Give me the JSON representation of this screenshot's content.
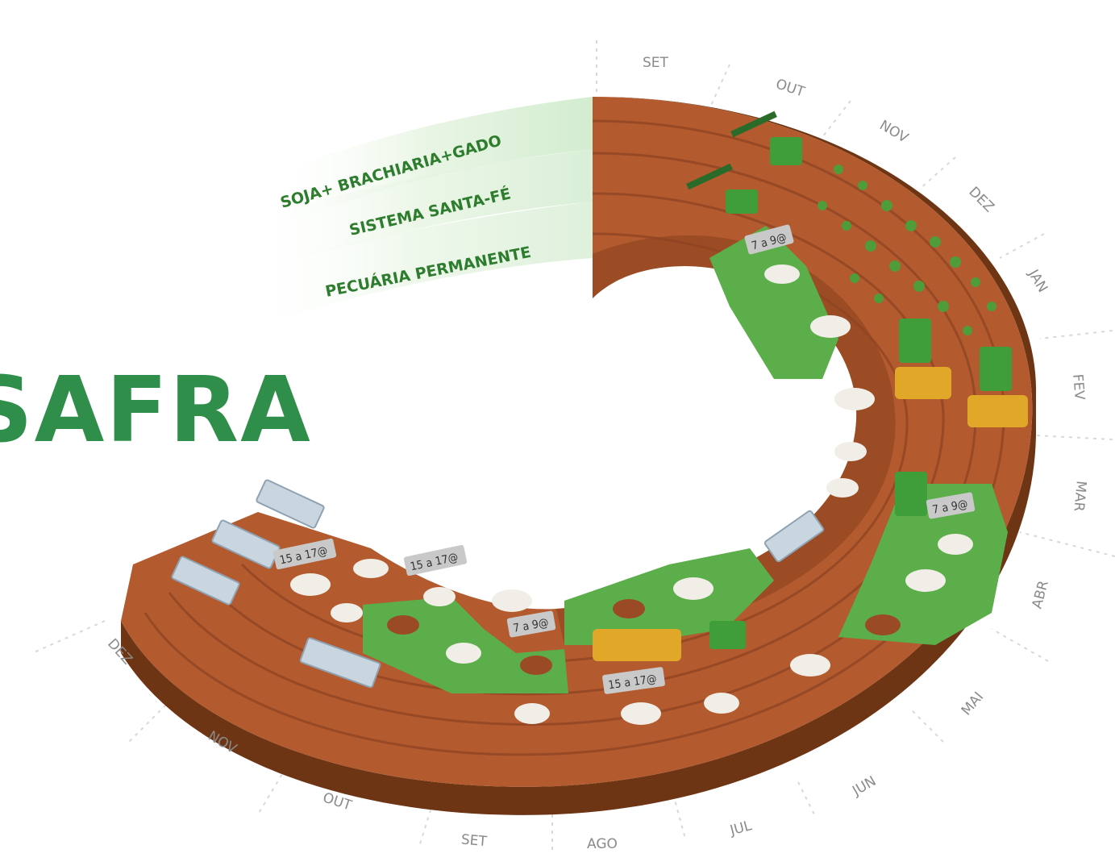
{
  "title": "SAFRA",
  "systems": [
    "SOJA+ BRACHIARIA+GADO",
    "SISTEMA SANTA-FÉ",
    "PECUÁRIA PERMANENTE"
  ],
  "months_right": [
    "SET",
    "OUT",
    "NOV",
    "DEZ",
    "JAN",
    "FEV",
    "MAR",
    "ABR",
    "MAI",
    "JUN",
    "JUL",
    "AGO"
  ],
  "months_left": [
    "SET",
    "OUT",
    "NOV",
    "DEZ"
  ],
  "weight_tags": [
    "7 a 9@",
    "7 a 9@",
    "7 a 9@",
    "15 a 17@",
    "15 a 17@",
    "15 a 17@"
  ],
  "colors": {
    "soil_top": "#b35a2e",
    "soil_side": "#6e3515",
    "pasture": "#5cae4a",
    "title_green": "#2f8f4a",
    "system_green": "#2e7d2e",
    "month_gray": "#8a8a8a"
  }
}
